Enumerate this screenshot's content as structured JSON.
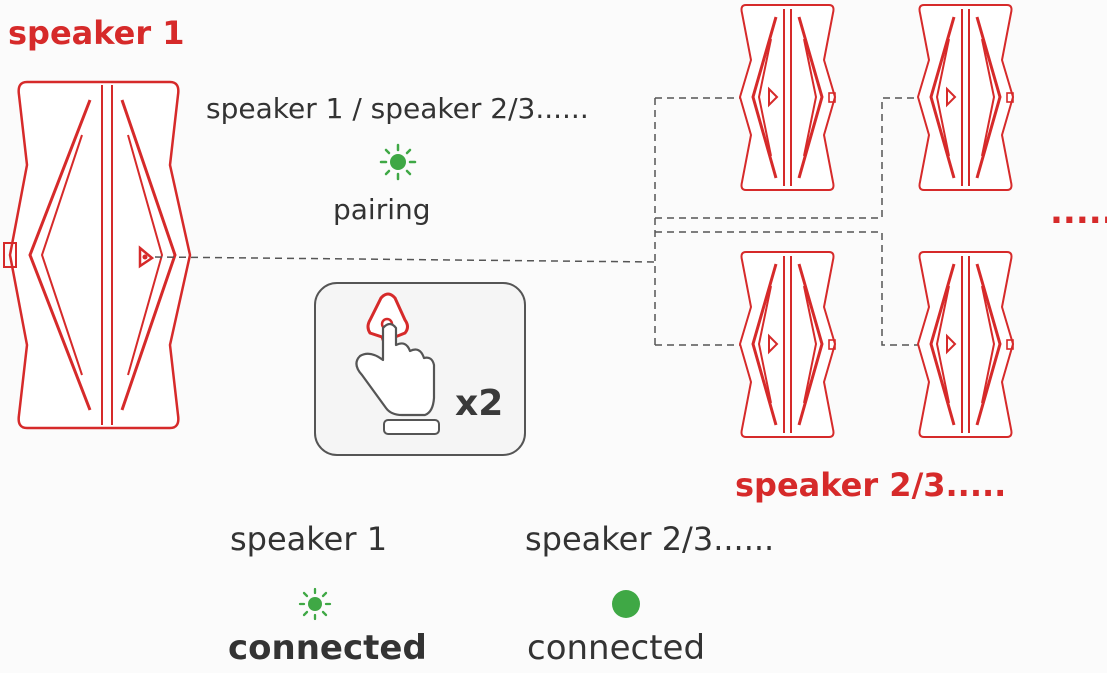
{
  "diagram": {
    "speaker1_title": "speaker 1",
    "pairing_header": "speaker 1 / speaker 2/3......",
    "pairing_label": "pairing",
    "press_count": "x2",
    "group_title": "speaker 2/3.....",
    "more_ellipsis": "......"
  },
  "status": {
    "speaker1_label": "speaker 1",
    "speaker23_label": "speaker 2/3......",
    "speaker1_state": "connected",
    "speaker23_state": "connected"
  },
  "colors": {
    "outline_red": "#d62a2a",
    "led_green": "#3fa845",
    "text_dark": "#333333"
  },
  "icons": {
    "pairing_led": "blinking-led-icon",
    "press_button": "double-press-hand-icon",
    "solid_led": "solid-led-icon"
  }
}
